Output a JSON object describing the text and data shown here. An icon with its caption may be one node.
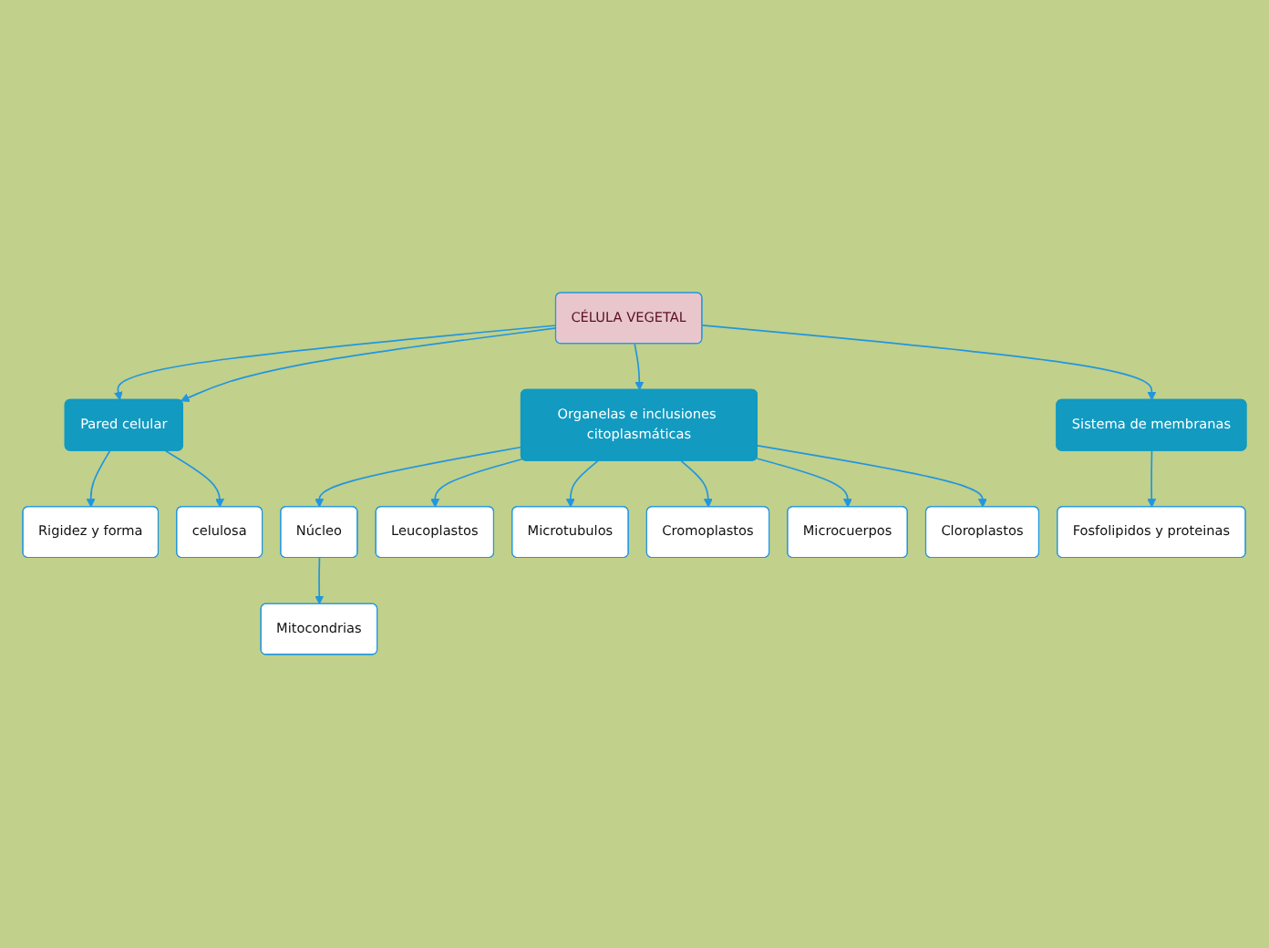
{
  "diagram": {
    "nodes": [
      {
        "text": [
          "CÉLULA VEGETAL"
        ]
      },
      {
        "text": [
          "Pared celular"
        ]
      },
      {
        "text": [
          "Rigidez y forma"
        ]
      },
      {
        "text": [
          "celulosa"
        ]
      },
      {
        "text": [
          "Organelas e inclusiones citoplasmáticas"
        ]
      },
      {
        "text": [
          "Núcleo"
        ]
      },
      {
        "text": [
          "Mitocondrias"
        ]
      },
      {
        "text": [
          "Leucoplastos"
        ]
      },
      {
        "text": [
          "Microtubulos"
        ]
      },
      {
        "text": [
          "Cromoplastos"
        ]
      },
      {
        "text": [
          "Microcuerpos"
        ]
      },
      {
        "text": [
          "Cloroplastos"
        ]
      },
      {
        "text": [
          "Sistema de membranas"
        ]
      },
      {
        "text": [
          "Fosfolipidos y proteinas"
        ]
      }
    ],
    "edges": [
      {
        "from": 0,
        "to": 1,
        "arrow": "to"
      },
      {
        "from": 0,
        "to": 1,
        "arrow": "to"
      },
      {
        "from": 1,
        "to": 2,
        "arrow": "to"
      },
      {
        "from": 1,
        "to": 3,
        "arrow": "to"
      },
      {
        "from": 0,
        "to": 4,
        "arrow": "to"
      },
      {
        "from": 4,
        "to": 5,
        "arrow": "to"
      },
      {
        "from": 4,
        "to": 7,
        "arrow": "to"
      },
      {
        "from": 4,
        "to": 9,
        "arrow": "to"
      },
      {
        "from": 4,
        "to": 11,
        "arrow": "to"
      },
      {
        "from": 4,
        "to": 10,
        "arrow": "to"
      },
      {
        "from": 4,
        "to": 8,
        "arrow": "to"
      },
      {
        "from": 5,
        "to": 6,
        "arrow": "to"
      },
      {
        "from": 0,
        "to": 12,
        "arrow": "to"
      },
      {
        "from": 12,
        "to": 13,
        "arrow": "to"
      }
    ]
  }
}
